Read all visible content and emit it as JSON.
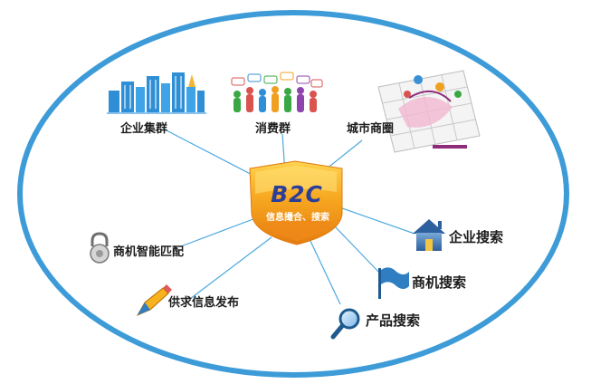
{
  "center": {
    "title": "B2C",
    "subtitle": "信息撮合、搜索"
  },
  "nodes": {
    "enterprise_cluster": "企业集群",
    "consumer_group": "消费群",
    "city_business_circle": "城市商圈",
    "enterprise_search": "企业搜索",
    "opportunity_search": "商机搜索",
    "product_search": "产品搜索",
    "supply_demand_publish": "供求信息发布",
    "opportunity_matching": "商机智能匹配"
  },
  "colors": {
    "ellipse_stroke": "#3d9bd8",
    "connector": "#4aa8df",
    "shield_fill": "#f6a11f",
    "shield_gloss": "#ffe27a",
    "title_color": "#2d3e98",
    "buildings": "#2f8fd6",
    "people": "#39a844"
  },
  "icons": {
    "enterprise_cluster": "buildings-icon",
    "consumer_group": "people-crowd-icon",
    "city_business_circle": "city-map-icon",
    "enterprise_search": "house-icon",
    "opportunity_search": "flag-icon",
    "product_search": "magnifier-icon",
    "supply_demand_publish": "pencil-icon",
    "opportunity_matching": "lock-icon"
  }
}
